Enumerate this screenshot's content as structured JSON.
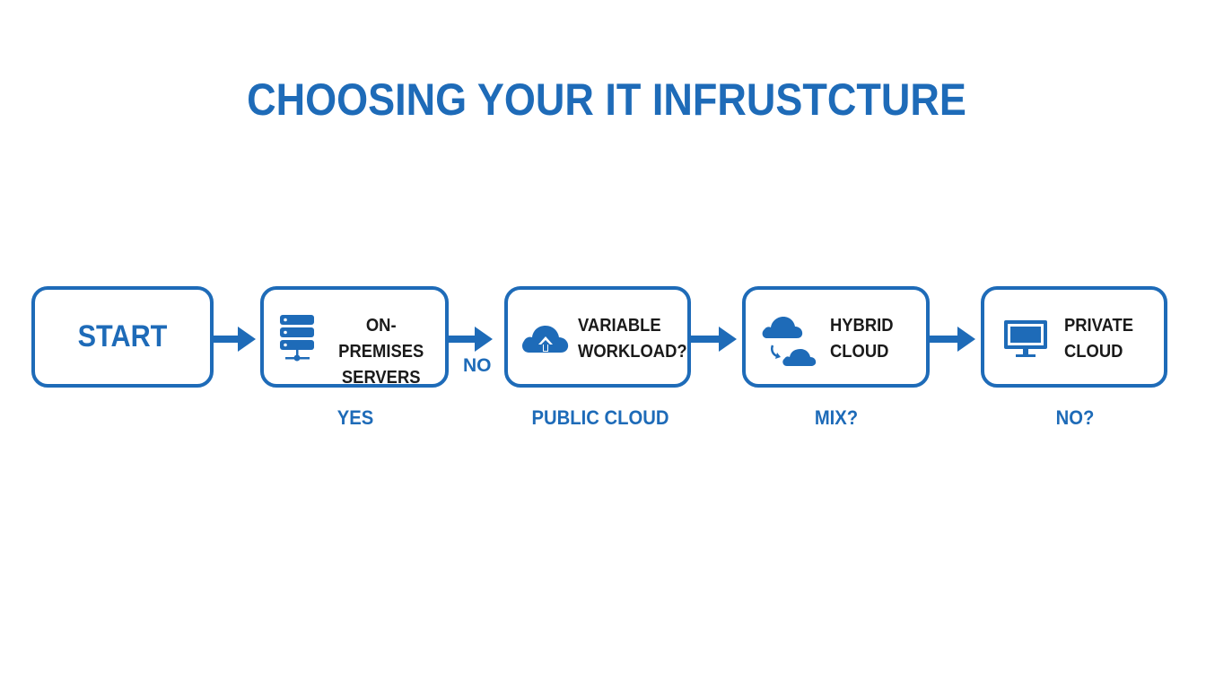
{
  "title": "CHOOSING YOUR IT INFRUSTCTURE",
  "colors": {
    "accent": "#1e6bb8",
    "text": "#1a1a1a",
    "background": "#ffffff"
  },
  "nodes": [
    {
      "label": "START",
      "icon": null
    },
    {
      "label": "ON-PREMISES\nSERVERS",
      "icon": "server-database-icon"
    },
    {
      "label": "VARIABLE\nWORKLOAD?",
      "icon": "cloud-upload-icon"
    },
    {
      "label": "HYBRID\nCLOUD",
      "icon": "hybrid-clouds-icon"
    },
    {
      "label": "PRIVATE\nCLOUD",
      "icon": "monitor-icon"
    }
  ],
  "connector_labels": {
    "no": "NO"
  },
  "captions": [
    "YES",
    "PUBLIC CLOUD",
    "MIX?",
    "NO?"
  ]
}
